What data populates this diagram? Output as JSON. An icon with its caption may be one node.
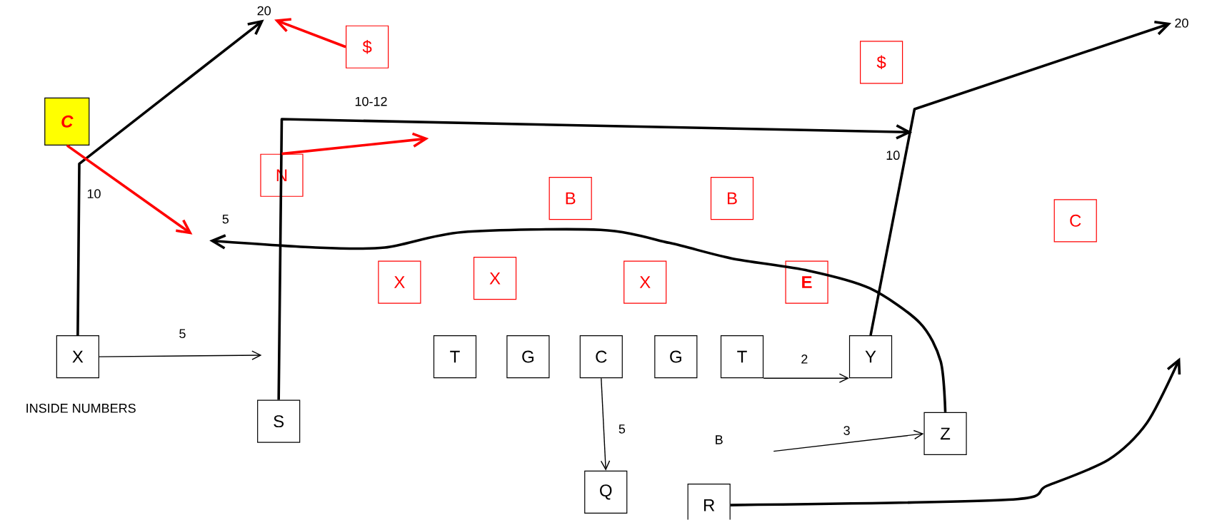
{
  "diagram": {
    "nodes": [
      {
        "text": [
          "$"
        ]
      },
      {
        "text": [
          "$"
        ]
      },
      {
        "text": [
          "C"
        ]
      },
      {
        "text": [
          "N"
        ]
      },
      {
        "text": [
          "B"
        ]
      },
      {
        "text": [
          "B"
        ]
      },
      {
        "text": [
          "C"
        ]
      },
      {
        "text": [
          "X"
        ]
      },
      {
        "text": [
          "X"
        ]
      },
      {
        "text": [
          "X"
        ]
      },
      {
        "text": [
          "E"
        ]
      },
      {
        "text": [
          "X"
        ]
      },
      {
        "text": [
          "T"
        ]
      },
      {
        "text": [
          "G"
        ]
      },
      {
        "text": [
          "C"
        ]
      },
      {
        "text": [
          "G"
        ]
      },
      {
        "text": [
          "T"
        ]
      },
      {
        "text": [
          "Y"
        ]
      },
      {
        "text": [
          "S"
        ]
      },
      {
        "text": [
          "Z"
        ]
      },
      {
        "text": [
          "Q"
        ]
      },
      {
        "text": [
          "R"
        ]
      },
      {
        "text": [
          "20"
        ]
      },
      {
        "text": [
          "20"
        ]
      }
    ],
    "edges": [
      {
        "from": 11,
        "to": 22,
        "arrow": "to",
        "label": "10"
      },
      {
        "from": 0,
        "to": 22,
        "arrow": "to",
        "color": "#ff0000"
      },
      {
        "from": 2,
        "to": null,
        "arrow": "to",
        "color": "#ff0000"
      },
      {
        "from": 18,
        "to": null,
        "arrow": "to",
        "label": "10-12"
      },
      {
        "from": 17,
        "to": 23,
        "arrow": "to",
        "label": "10"
      },
      {
        "from": 3,
        "to": null,
        "arrow": "to",
        "color": "#ff0000"
      },
      {
        "from": 19,
        "to": null,
        "arrow": "to",
        "label": "5"
      },
      {
        "from": 11,
        "to": null,
        "arrow": "to",
        "label": "5"
      },
      {
        "from": 16,
        "to": 17,
        "arrow": "to",
        "label": "2"
      },
      {
        "from": 14,
        "to": 20,
        "arrow": "to",
        "label": "5"
      },
      {
        "from": null,
        "to": 19,
        "arrow": "to",
        "label": "3"
      },
      {
        "from": 21,
        "to": null,
        "arrow": "to"
      }
    ],
    "labels": [
      "B",
      "INSIDE NUMBERS"
    ]
  }
}
